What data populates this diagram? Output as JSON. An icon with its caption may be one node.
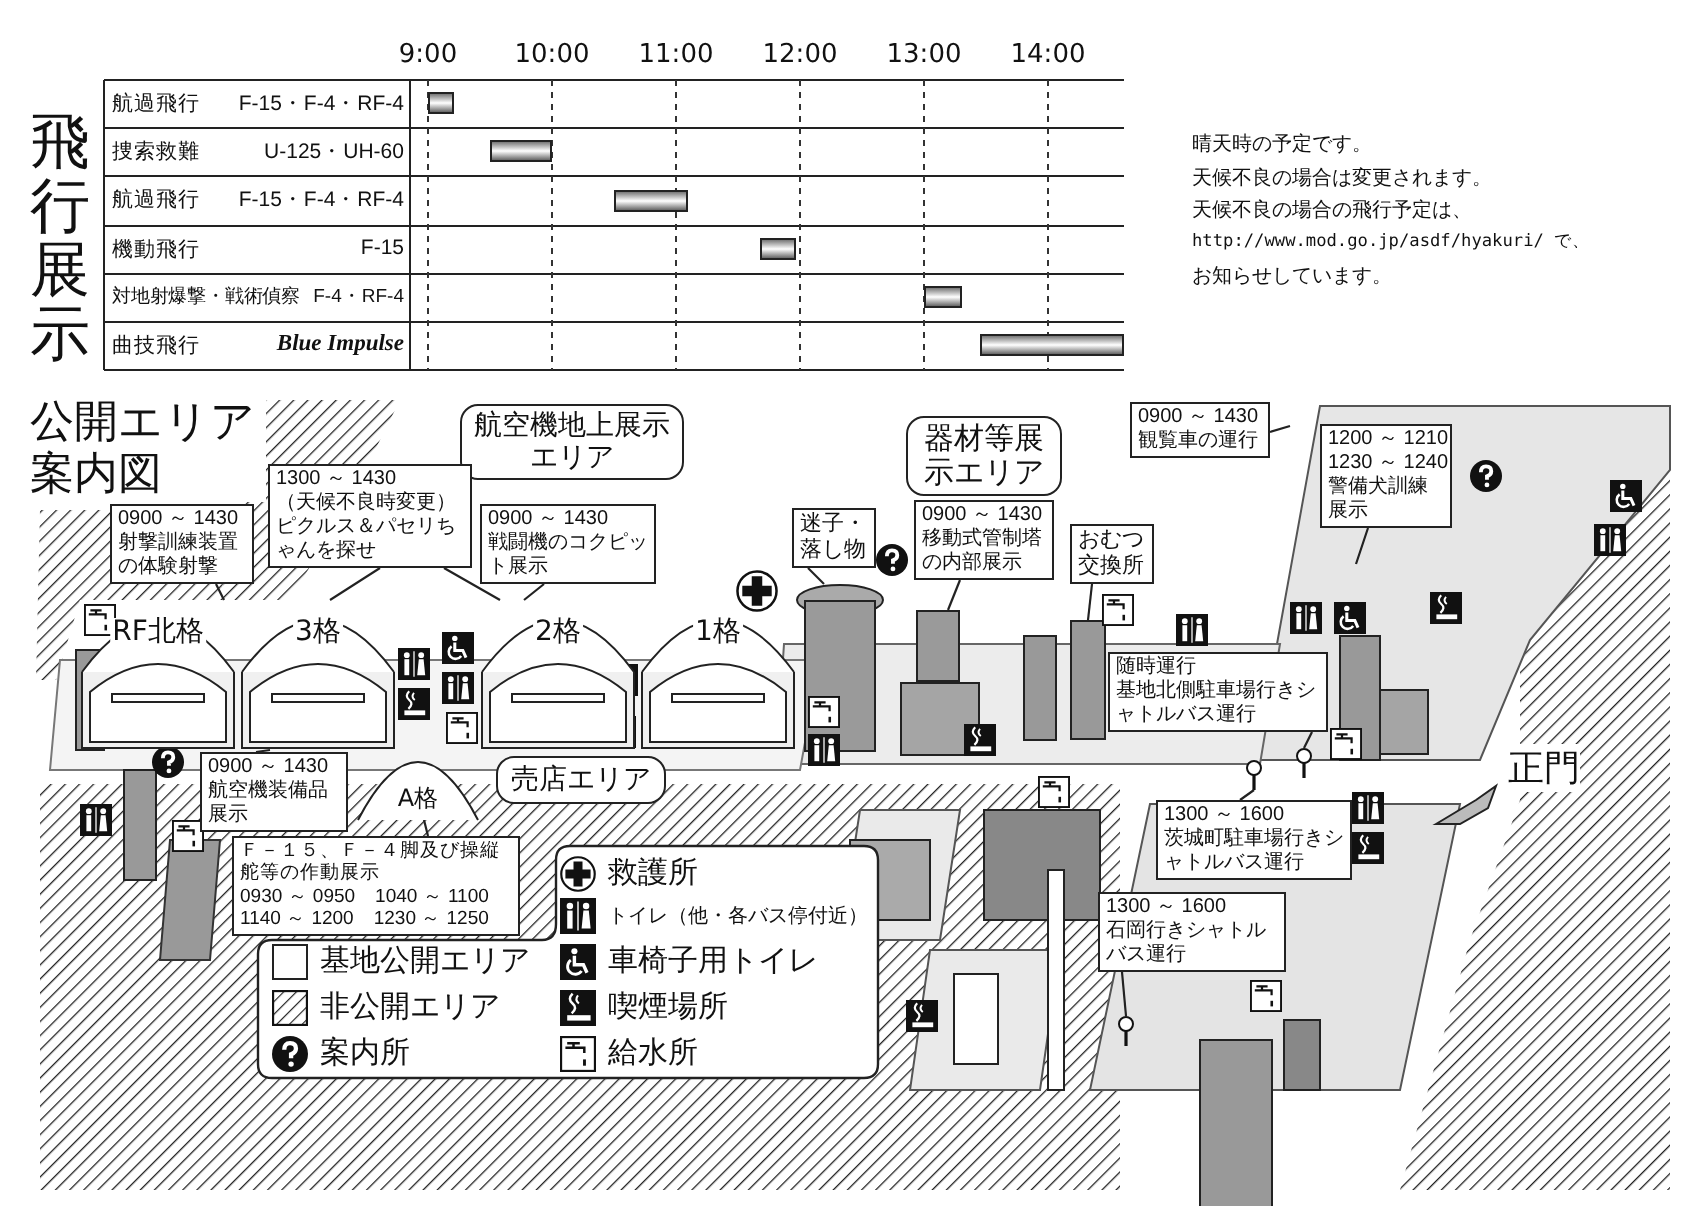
{
  "diagram": {
    "title": "公開エリア案内図",
    "nodes": [
      {
        "text": [
          "RF北格"
        ]
      },
      {
        "text": [
          "3格"
        ]
      },
      {
        "text": [
          "2格"
        ]
      },
      {
        "text": [
          "1格"
        ]
      },
      {
        "text": [
          "A格"
        ]
      },
      {
        "text": [
          "航空機地上展示エリア"
        ]
      },
      {
        "text": [
          "売店エリア"
        ]
      },
      {
        "text": [
          "器材等展示エリア"
        ]
      },
      {
        "text": [
          "0900 ～ 1430",
          "射撃訓練装置の体験射撃"
        ]
      },
      {
        "text": [
          "1300 ～ 1430",
          "（天候不良時変更）ピクルス＆パセリちゃんを探せ"
        ]
      },
      {
        "text": [
          "0900 ～ 1430",
          "戦闘機のコクピット展示"
        ]
      },
      {
        "text": [
          "0900 ～ 1430",
          "航空機装備品展示"
        ]
      },
      {
        "text": [
          "Ｆ－１５、Ｆ－４脚及び操縦舵等の作動展示",
          "0930 ～ 0950　1040 ～ 1100",
          "1140 ～ 1200　1230 ～ 1250"
        ]
      },
      {
        "text": [
          "迷子・落し物"
        ]
      },
      {
        "text": [
          "0900 ～ 1430",
          "移動式管制塔の内部展示"
        ]
      },
      {
        "text": [
          "おむつ交換所"
        ]
      },
      {
        "text": [
          "0900 ～ 1430",
          "観覧車の運行"
        ]
      },
      {
        "text": [
          "1200 ～ 1210",
          "1230 ～ 1240",
          "警備犬訓練展示"
        ]
      },
      {
        "text": [
          "随時運行",
          "基地北側駐車場行きシャトルバス運行"
        ]
      },
      {
        "text": [
          "1300 ～ 1600",
          "茨城町駐車場行きシャトルバス運行"
        ]
      },
      {
        "text": [
          "1300 ～ 1600",
          "石岡行きシャトルバス運行"
        ]
      },
      {
        "text": [],
        "shape": "picture"
      },
      {
        "text": [],
        "shape": "picture"
      },
      {
        "text": [],
        "shape": "box"
      },
      {
        "text": [],
        "shape": "picture"
      },
      {
        "text": [],
        "shape": "picture"
      },
      {
        "text": [],
        "shape": "picture"
      }
    ],
    "edges": [
      {
        "from": 8,
        "to": 0,
        "arrow": "none"
      },
      {
        "from": 9,
        "to": 1,
        "arrow": "none"
      },
      {
        "from": 9,
        "to": 2,
        "arrow": "none"
      },
      {
        "from": 10,
        "to": 2,
        "arrow": "none"
      },
      {
        "from": 11,
        "to": 1,
        "arrow": "none"
      },
      {
        "from": 12,
        "to": 4,
        "arrow": "none"
      },
      {
        "from": 13,
        "to": 21,
        "arrow": "none"
      },
      {
        "from": 14,
        "to": 22,
        "arrow": "none"
      },
      {
        "from": 15,
        "to": 23,
        "arrow": "none"
      },
      {
        "from": 16,
        "to": null,
        "arrow": "none"
      },
      {
        "from": 17,
        "to": null,
        "arrow": "none"
      },
      {
        "from": 18,
        "to": 26,
        "arrow": "none"
      },
      {
        "from": 19,
        "to": 25,
        "arrow": "none"
      },
      {
        "from": 20,
        "to": 24,
        "arrow": "none"
      }
    ],
    "labels": [
      "飛行展示",
      "9:00",
      "10:00",
      "11:00",
      "12:00",
      "13:00",
      "14:00",
      "航過飛行",
      "F-15・F-4・RF-4",
      "捜索救難",
      "U-125・UH-60",
      "航過飛行",
      "F-15・F-4・RF-4",
      "機動飛行",
      "F-15",
      "対地射爆撃・戦術偵察",
      "F-4・RF-4",
      "曲技飛行",
      "Blue Impulse",
      "晴天時の予定です。",
      "天候不良の場合は変更されます。",
      "天候不良の場合の飛行予定は、",
      "http://www.mod.go.jp/asdf/hyakuri/ で、",
      "お知らせしています。",
      "正門"
    ],
    "legend": [
      {
        "text": "基地公開エリア",
        "color": "#ffffff"
      },
      {
        "text": "非公開エリア"
      },
      {
        "text": "案内所"
      },
      {
        "text": "救護所"
      },
      {
        "text": "トイレ（他・各バス停付近）"
      },
      {
        "text": "車椅子用トイレ"
      },
      {
        "text": "喫煙場所"
      },
      {
        "text": "給水所"
      }
    ]
  }
}
